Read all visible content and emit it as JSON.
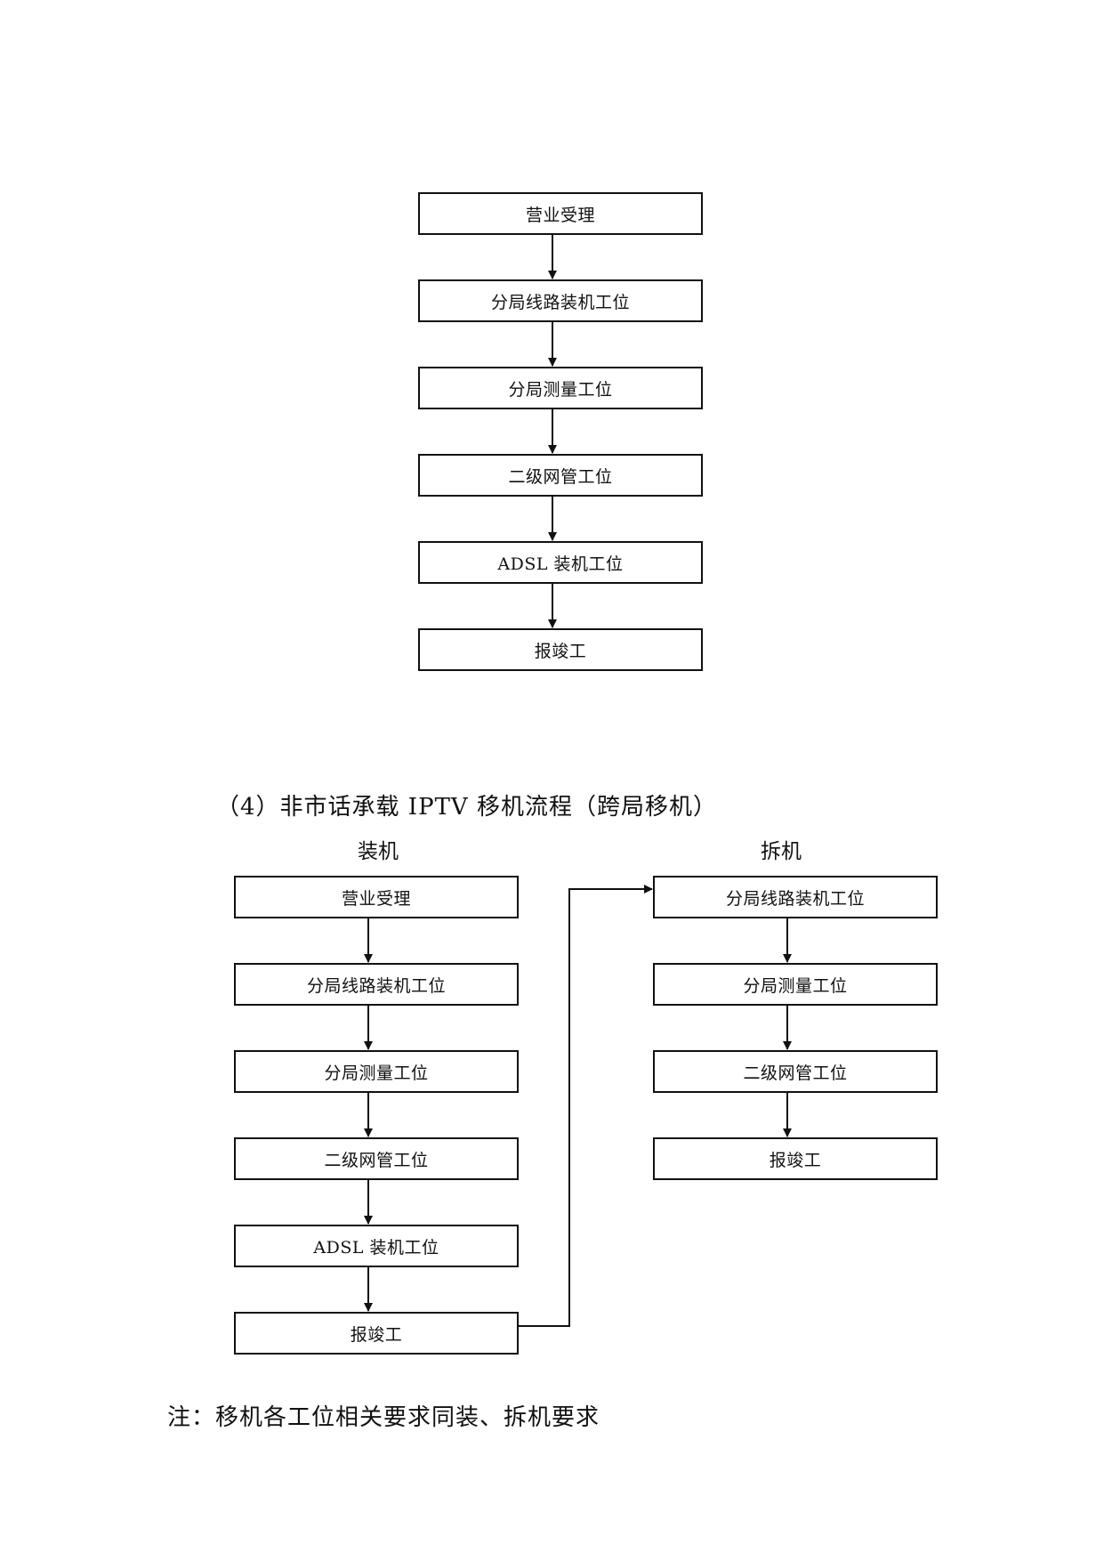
{
  "flow_top": {
    "steps": [
      "营业受理",
      "分局线路装机工位",
      "分局测量工位",
      "二级网管工位",
      "ADSL 装机工位",
      "报竣工"
    ]
  },
  "section": {
    "heading": "（4）非市话承载 IPTV 移机流程（跨局移机）"
  },
  "install": {
    "title": "装机",
    "steps": [
      "营业受理",
      "分局线路装机工位",
      "分局测量工位",
      "二级网管工位",
      "ADSL 装机工位",
      "报竣工"
    ]
  },
  "remove": {
    "title": "拆机",
    "steps": [
      "分局线路装机工位",
      "分局测量工位",
      "二级网管工位",
      "报竣工"
    ]
  },
  "note": "注：移机各工位相关要求同装、拆机要求"
}
